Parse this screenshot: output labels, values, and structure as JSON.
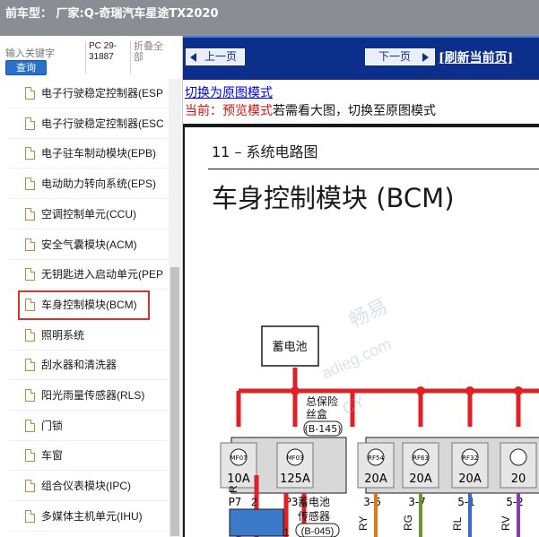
{
  "window": {
    "title": "前车型：  厂家:Q-奇瑞汽车星途TX2020"
  },
  "search": {
    "placeholder": "输入关键字",
    "button_label": "查询"
  },
  "pc_code": "PC 29-31887",
  "collapse_all_label": "折叠全部",
  "tree": {
    "items": [
      {
        "label": "电子行驶稳定控制器(ESP",
        "selected": false
      },
      {
        "label": "电子行驶稳定控制器(ESC",
        "selected": false
      },
      {
        "label": "电子驻车制动模块(EPB)",
        "selected": false
      },
      {
        "label": "电动助力转向系统(EPS)",
        "selected": false
      },
      {
        "label": "空调控制单元(CCU)",
        "selected": false
      },
      {
        "label": "安全气囊模块(ACM)",
        "selected": false
      },
      {
        "label": "无钥匙进入启动单元(PEP",
        "selected": false
      },
      {
        "label": "车身控制模块(BCM)",
        "selected": true
      },
      {
        "label": "照明系统",
        "selected": false
      },
      {
        "label": "刮水器和清洗器",
        "selected": false
      },
      {
        "label": "阳光雨量传感器(RLS)",
        "selected": false
      },
      {
        "label": "门锁",
        "selected": false
      },
      {
        "label": "车窗",
        "selected": false
      },
      {
        "label": "组合仪表模块(IPC)",
        "selected": false
      },
      {
        "label": "多媒体主机单元(IHU)",
        "selected": false
      }
    ]
  },
  "nav": {
    "prev_label": "上一页",
    "next_label": "下一页",
    "refresh_label": "[刷新当前页]"
  },
  "mode": {
    "switch_link": "切换为原图模式",
    "current_prefix": "当前：",
    "current_mode": "预览模式",
    "current_suffix": "若需看大图，切换至原图模式"
  },
  "document": {
    "section_title": "11 – 系统电路图",
    "page_title": "车身控制模块 (BCM)",
    "diagram": {
      "battery_label": "蓄电池",
      "fuse_box_label_1": "总保险",
      "fuse_box_label_2": "丝盒",
      "fuse_box_code": "(B-145)",
      "fuses": [
        {
          "code": "MF07",
          "rating": "10A",
          "pin": "P7"
        },
        {
          "code": "MF03",
          "rating": "125A",
          "pin": "P3"
        },
        {
          "code": "RF54",
          "rating": "20A",
          "pin": "3-6"
        },
        {
          "code": "RF63",
          "rating": "20A",
          "pin": "3-7"
        },
        {
          "code": "RF32",
          "rating": "20A",
          "pin": "5-1"
        },
        {
          "code": "",
          "rating": "20",
          "pin": "5-2"
        }
      ],
      "wire_labels": [
        "R",
        "RY",
        "RG",
        "RL",
        "RV"
      ],
      "sensor_pin_top": "2",
      "sensor_pin_bottom": "1",
      "sensor_label_1": "蓄电池",
      "sensor_label_2": "传感器",
      "sensor_code": "(B-045)"
    },
    "watermarks": [
      "畅易",
      "adieg.com",
      "CY"
    ]
  },
  "colors": {
    "title_bar": "#8a8e94",
    "nav_bar": "#0b2f8a",
    "selection_outline": "#e0302a",
    "wire_red": "#e01f26",
    "link": "#0000ee"
  }
}
